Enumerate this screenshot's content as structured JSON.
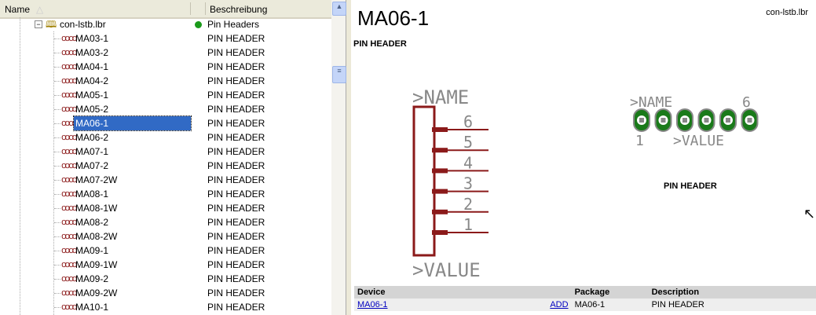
{
  "tree": {
    "columns": {
      "name": "Name",
      "description": "Beschreibung"
    },
    "library": {
      "name": "con-lstb.lbr",
      "description": "Pin Headers"
    },
    "items": [
      {
        "name": "MA03-1",
        "description": "PIN HEADER"
      },
      {
        "name": "MA03-2",
        "description": "PIN HEADER"
      },
      {
        "name": "MA04-1",
        "description": "PIN HEADER"
      },
      {
        "name": "MA04-2",
        "description": "PIN HEADER"
      },
      {
        "name": "MA05-1",
        "description": "PIN HEADER"
      },
      {
        "name": "MA05-2",
        "description": "PIN HEADER"
      },
      {
        "name": "MA06-1",
        "description": "PIN HEADER",
        "selected": true
      },
      {
        "name": "MA06-2",
        "description": "PIN HEADER"
      },
      {
        "name": "MA07-1",
        "description": "PIN HEADER"
      },
      {
        "name": "MA07-2",
        "description": "PIN HEADER"
      },
      {
        "name": "MA07-2W",
        "description": "PIN HEADER"
      },
      {
        "name": "MA08-1",
        "description": "PIN HEADER"
      },
      {
        "name": "MA08-1W",
        "description": "PIN HEADER"
      },
      {
        "name": "MA08-2",
        "description": "PIN HEADER"
      },
      {
        "name": "MA08-2W",
        "description": "PIN HEADER"
      },
      {
        "name": "MA09-1",
        "description": "PIN HEADER"
      },
      {
        "name": "MA09-1W",
        "description": "PIN HEADER"
      },
      {
        "name": "MA09-2",
        "description": "PIN HEADER"
      },
      {
        "name": "MA09-2W",
        "description": "PIN HEADER"
      },
      {
        "name": "MA10-1",
        "description": "PIN HEADER"
      }
    ]
  },
  "preview": {
    "title": "MA06-1",
    "library": "con-lstb.lbr",
    "subtitle": "PIN HEADER",
    "symbol": {
      "name": ">NAME",
      "value": ">VALUE",
      "pins": [
        "6",
        "5",
        "4",
        "3",
        "2",
        "1"
      ]
    },
    "package": {
      "name": ">NAME",
      "value": ">VALUE",
      "first": "1",
      "last": "6",
      "label": "PIN HEADER"
    },
    "table": {
      "headers": [
        "Device",
        "Package",
        "Description"
      ],
      "row": {
        "device": "MA06-1",
        "add": "ADD",
        "package": "MA06-1",
        "description": "PIN HEADER"
      }
    }
  }
}
